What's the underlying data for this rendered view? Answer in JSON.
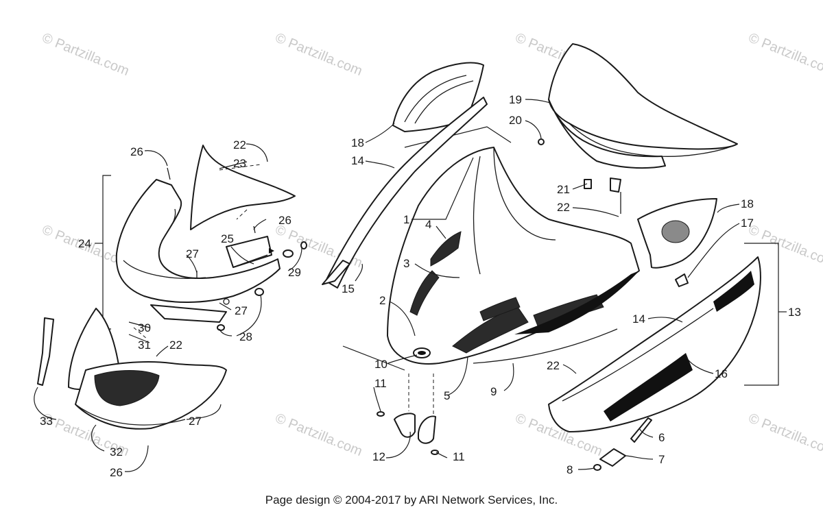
{
  "watermark": "© Partzilla.com",
  "footer": "Page design © 2004-2017 by ARI Network Services, Inc.",
  "callouts": [
    "1",
    "2",
    "3",
    "4",
    "5",
    "6",
    "7",
    "8",
    "9",
    "10",
    "11",
    "12",
    "13",
    "14",
    "15",
    "16",
    "17",
    "18",
    "19",
    "20",
    "21",
    "22",
    "23",
    "24",
    "25",
    "26",
    "27",
    "28",
    "29",
    "30",
    "31",
    "32",
    "33"
  ]
}
